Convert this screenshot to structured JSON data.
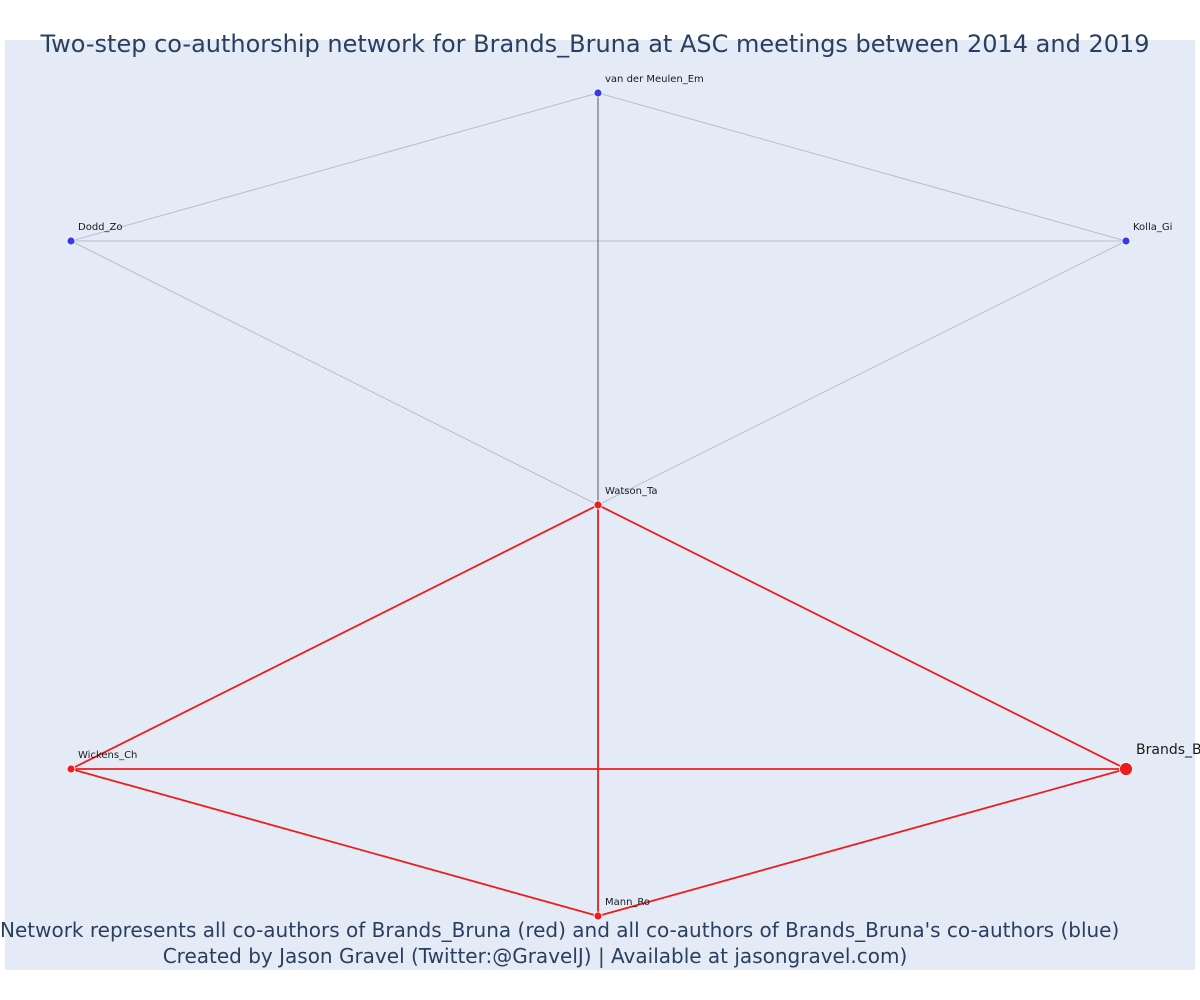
{
  "title": "Two-step co-authorship network for Brands_Bruna at ASC meetings between 2014 and 2019",
  "caption": {
    "line1": "Network represents all co-authors of Brands_Bruna (red) and all co-authors of Brands_Bruna's co-authors (blue)",
    "line2": "Created by Jason Gravel (Twitter:@GravelJ) | Available at jasongravel.com)"
  },
  "colors": {
    "background": "#e5ebf6",
    "red": "#ee1c1c",
    "blue": "#3a3ae8",
    "blue_edge": "#b8bccd",
    "dark_edge": "#555566",
    "text": "#2a3f5f"
  },
  "nodes": [
    {
      "id": "van_der_meulen",
      "label": "van der Meulen_Em",
      "group": "blue"
    },
    {
      "id": "dodd",
      "label": "Dodd_Zo",
      "group": "blue"
    },
    {
      "id": "kolla",
      "label": "Kolla_Gi",
      "group": "blue"
    },
    {
      "id": "watson",
      "label": "Watson_Ta",
      "group": "red"
    },
    {
      "id": "wickens",
      "label": "Wickens_Ch",
      "group": "red"
    },
    {
      "id": "brands",
      "label": "Brands_Bruna",
      "group": "focal"
    },
    {
      "id": "mann",
      "label": "Mann_Ro",
      "group": "red"
    }
  ],
  "edges": [
    {
      "source": "van_der_meulen",
      "target": "dodd",
      "type": "blue"
    },
    {
      "source": "van_der_meulen",
      "target": "kolla",
      "type": "blue"
    },
    {
      "source": "dodd",
      "target": "kolla",
      "type": "blue"
    },
    {
      "source": "van_der_meulen",
      "target": "watson",
      "type": "dark"
    },
    {
      "source": "dodd",
      "target": "watson",
      "type": "blue"
    },
    {
      "source": "kolla",
      "target": "watson",
      "type": "blue"
    },
    {
      "source": "watson",
      "target": "wickens",
      "type": "red"
    },
    {
      "source": "watson",
      "target": "brands",
      "type": "red"
    },
    {
      "source": "watson",
      "target": "mann",
      "type": "red"
    },
    {
      "source": "wickens",
      "target": "brands",
      "type": "red"
    },
    {
      "source": "wickens",
      "target": "mann",
      "type": "red"
    },
    {
      "source": "mann",
      "target": "brands",
      "type": "red"
    }
  ]
}
